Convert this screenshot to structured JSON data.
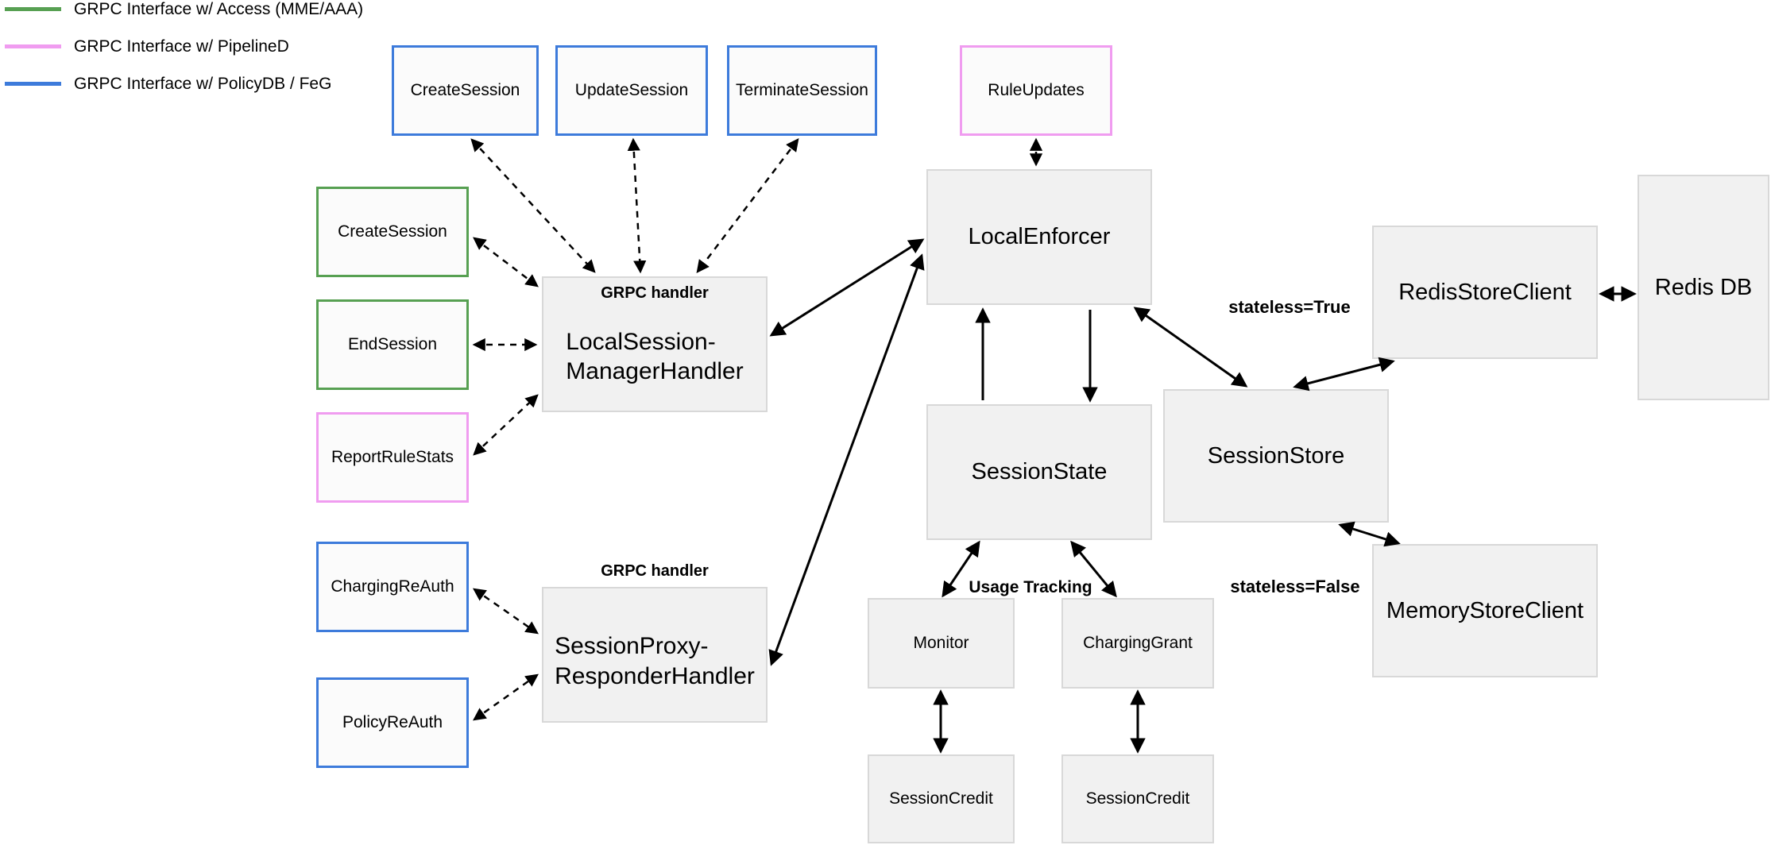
{
  "legend": {
    "items": [
      {
        "label": "GRPC Interface w/ Access (MME/AAA)",
        "color": "#57a052"
      },
      {
        "label": "GRPC Interface w/ PipelineD",
        "color": "#f09cf0"
      },
      {
        "label": "GRPC Interface w/ PolicyDB / FeG",
        "color": "#3d7bdb"
      }
    ]
  },
  "nodes": {
    "createSessionTop": {
      "label": "CreateSession",
      "interface": "policydb-feg"
    },
    "updateSessionTop": {
      "label": "UpdateSession",
      "interface": "policydb-feg"
    },
    "terminateSessionTop": {
      "label": "TerminateSession",
      "interface": "policydb-feg"
    },
    "ruleUpdates": {
      "label": "RuleUpdates",
      "interface": "pipelined"
    },
    "createSessionAccess": {
      "label": "CreateSession",
      "interface": "access"
    },
    "endSessionAccess": {
      "label": "EndSession",
      "interface": "access"
    },
    "reportRuleStats": {
      "label": "ReportRuleStats",
      "interface": "pipelined"
    },
    "chargingReAuth": {
      "label": "ChargingReAuth",
      "interface": "policydb-feg"
    },
    "policyReAuth": {
      "label": "PolicyReAuth",
      "interface": "policydb-feg"
    },
    "localSessionManagerHandler": {
      "subtitle": "GRPC handler",
      "line1": "LocalSession-",
      "line2": "ManagerHandler"
    },
    "sessionProxyResponderHandler": {
      "subtitle": "GRPC handler",
      "line1": "SessionProxy-",
      "line2": "ResponderHandler"
    },
    "localEnforcer": {
      "label": "LocalEnforcer"
    },
    "sessionState": {
      "label": "SessionState"
    },
    "sessionStore": {
      "label": "SessionStore"
    },
    "redisStoreClient": {
      "label": "RedisStoreClient"
    },
    "redisDb": {
      "label": "Redis DB"
    },
    "memoryStoreClient": {
      "label": "MemoryStoreClient"
    },
    "monitor": {
      "label": "Monitor"
    },
    "chargingGrant": {
      "label": "ChargingGrant"
    },
    "sessionCreditMonitor": {
      "label": "SessionCredit"
    },
    "sessionCreditCharging": {
      "label": "SessionCredit"
    }
  },
  "annotations": {
    "statelessTrue": "stateless=True",
    "statelessFalse": "stateless=False",
    "usageTracking": "Usage Tracking"
  },
  "colors": {
    "accessGreen": "#57a052",
    "pipelinedPink": "#f09cf0",
    "policydbBlue": "#3d7bdb",
    "nodeFill": "#f1f1f1",
    "nodeBorder": "#d8d8d8",
    "arrow": "#000000",
    "text": "#000000"
  }
}
